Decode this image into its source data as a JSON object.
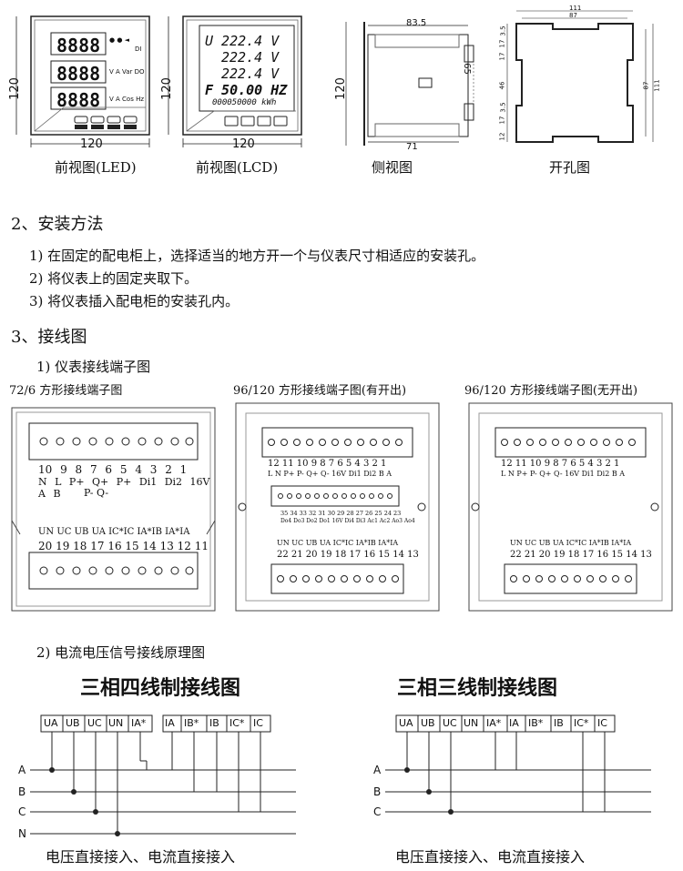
{
  "views": {
    "front_led": {
      "caption": "前视图(LED)",
      "height_dim": "120",
      "width_dim": "120",
      "digits": [
        "8888",
        "8888",
        "8888"
      ],
      "ind_row1": "● ● ◄",
      "ind_row1b": "DI",
      "ind_row2": "V A Var DO",
      "ind_row3": "V A Cos Hz"
    },
    "front_lcd": {
      "caption": "前视图(LCD)",
      "height_dim": "120",
      "width_dim": "120",
      "rows": [
        "U 222.4 V",
        "222.4 V",
        "222.4 V",
        "F 50.00 HZ",
        "000050000 kWh"
      ]
    },
    "side": {
      "caption": "侧视图",
      "height_dim": "120",
      "top_dim": "83.5",
      "bottom_dim": "71",
      "right_dim": "65"
    },
    "cutout": {
      "caption": "开孔图",
      "top_dim_outer": "111",
      "top_dim_inner": "87",
      "right_dim_inner": "87",
      "right_dim_outer": "111",
      "left_dims": [
        "3.5",
        "17",
        "17",
        "46",
        "3.5",
        "17",
        "12"
      ]
    }
  },
  "section2": {
    "heading": "2、安装方法",
    "steps": [
      "1) 在固定的配电柜上，选择适当的地方开一个与仪表尺寸相适应的安装孔。",
      "2) 将仪表上的固定夹取下。",
      "3) 将仪表插入配电柜的安装孔内。"
    ]
  },
  "section3": {
    "heading": "3、接线图",
    "sub1": "1) 仪表接线端子图",
    "panels": [
      {
        "title": "72/6 方形接线端子图",
        "top_nums": "10 9 8 7 6 5 4 3 2 1",
        "top_labels": "N L P+ Q+ P+ Di1 Di2 16V A B",
        "top_labels2": "P- Q-",
        "bot_labels": "UN UC UB UA IC*IC IA*IB IA*IA",
        "bot_nums": "20 19 18 17 16 15 14 13 12 11"
      },
      {
        "title": "96/120 方形接线端子图(有开出)",
        "top_nums": "12 11 10 9 8 7 6 5 4 3 2 1",
        "top_labels": "L N P+ P- Q+ Q- 16V Di1 Di2 B A",
        "mid_nums": "35 34 33 32 31 30 29 28 27 26 25 24 23",
        "mid_labels": "Do4 Do3 Do2 Do1 16V Di4 Di3 Ac1 Ac2 Ao3 Ao4",
        "bot_labels": "UN UC UB UA IC*IC IA*IB IA*IA",
        "bot_nums": "22 21 20 19 18 17 16 15 14 13"
      },
      {
        "title": "96/120 方形接线端子图(无开出)",
        "top_nums": "12 11 10 9 8 7 6 5 4 3 2 1",
        "top_labels": "L N P+ P- Q+ Q- 16V Di1 Di2 B A",
        "bot_labels": "UN UC UB UA IC*IC IA*IB IA*IA",
        "bot_nums": "22 21 20 19 18 17 16 15 14 13"
      }
    ],
    "sub2": "2) 电流电压信号接线原理图",
    "diagrams": [
      {
        "title": "三相四线制接线图",
        "terminals": [
          "UA",
          "UB",
          "UC",
          "UN",
          "IA*",
          "IA",
          "IB*",
          "IB",
          "IC*",
          "IC"
        ],
        "lines": [
          "A",
          "B",
          "C",
          "N"
        ],
        "footer": "电压直接接入、电流直接接入"
      },
      {
        "title": "三相三线制接线图",
        "terminals": [
          "UA",
          "UB",
          "UC",
          "UN",
          "IA*",
          "IA",
          "IB*",
          "IB",
          "IC*",
          "IC"
        ],
        "lines": [
          "A",
          "B",
          "C"
        ],
        "footer": "电压直接接入、电流直接接入"
      }
    ]
  }
}
